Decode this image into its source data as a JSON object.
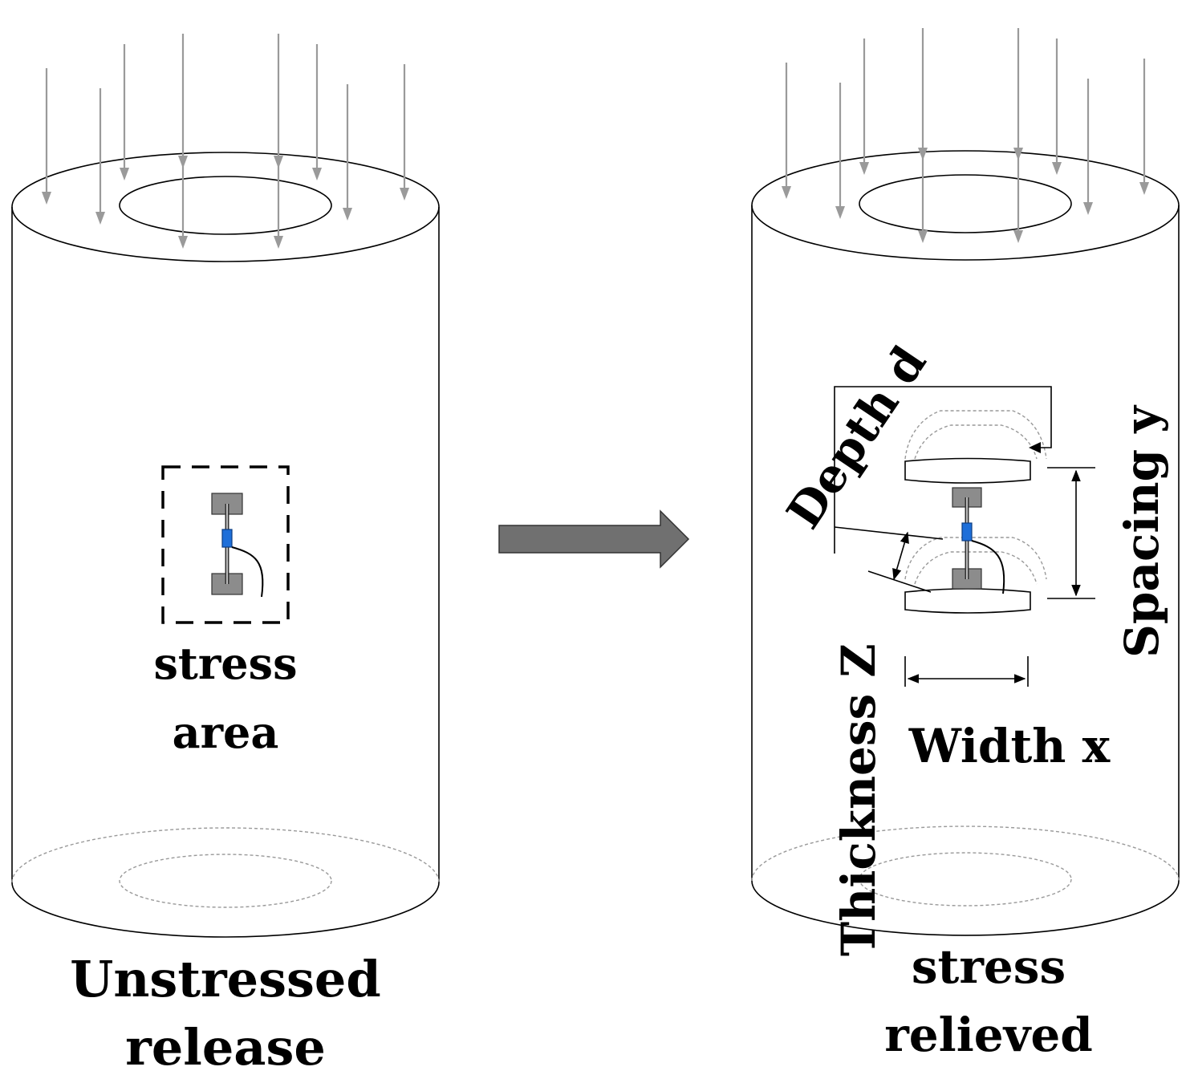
{
  "left_panel": {
    "region_label_line1": "stress",
    "region_label_line2": "area",
    "caption_line1": "Unstressed",
    "caption_line2": "release"
  },
  "right_panel": {
    "depth_label": "Depth d",
    "spacing_label": "Spacing y",
    "width_label": "Width x",
    "thickness_label": "Thickness Z",
    "caption_line1": "stress",
    "caption_line2": "relieved"
  },
  "colors": {
    "outline": "#000000",
    "force_arrow": "#9a9a9a",
    "transition_arrow": "#707070",
    "gauge_pad": "#8c8c8c",
    "sensor": "#1e6fd9"
  }
}
